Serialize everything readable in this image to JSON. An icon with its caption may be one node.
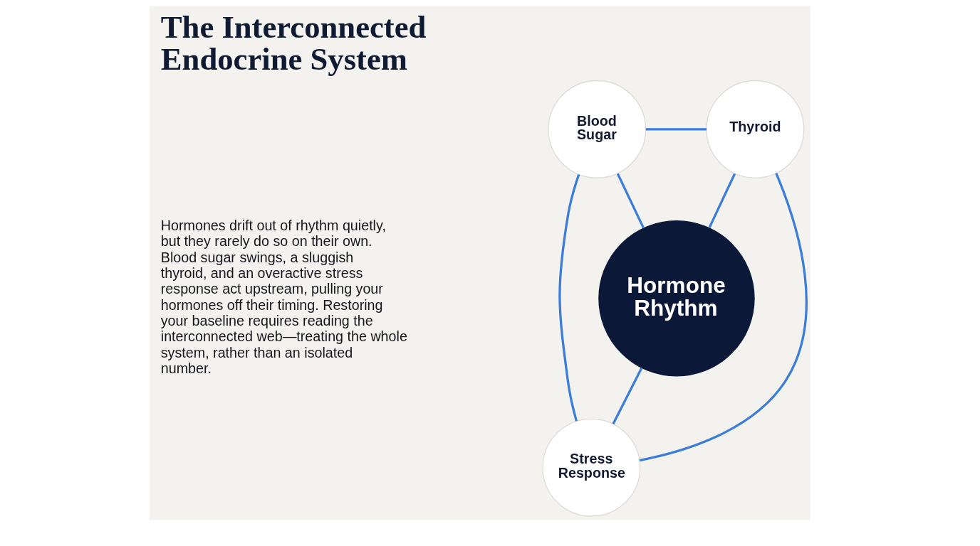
{
  "diagram": {
    "title": "The Interconnected Endocrine System",
    "nodes": [
      {
        "text": [
          "Blood Sugar"
        ]
      },
      {
        "text": [
          "Thyroid"
        ]
      },
      {
        "text": [
          "Hormone Rhythm"
        ]
      },
      {
        "text": [
          "Stress Response"
        ]
      }
    ],
    "edges": [
      {
        "from": 0,
        "to": 1,
        "arrow": "none"
      },
      {
        "from": 1,
        "to": 3,
        "arrow": "none"
      },
      {
        "from": 0,
        "to": 3,
        "arrow": "none"
      },
      {
        "from": 0,
        "to": 2,
        "arrow": "none"
      },
      {
        "from": 1,
        "to": 2,
        "arrow": "none"
      },
      {
        "from": 3,
        "to": 2,
        "arrow": "none"
      }
    ],
    "labels": [
      "Hormones drift out of rhythm quietly, but they rarely do so on their own. Blood sugar swings, a sluggish thyroid, and an overactive stress response act upstream, pulling your hormones off their timing. Restoring your baseline requires reading the interconnected web—treating the whole system, rather than an isolated number."
    ]
  }
}
